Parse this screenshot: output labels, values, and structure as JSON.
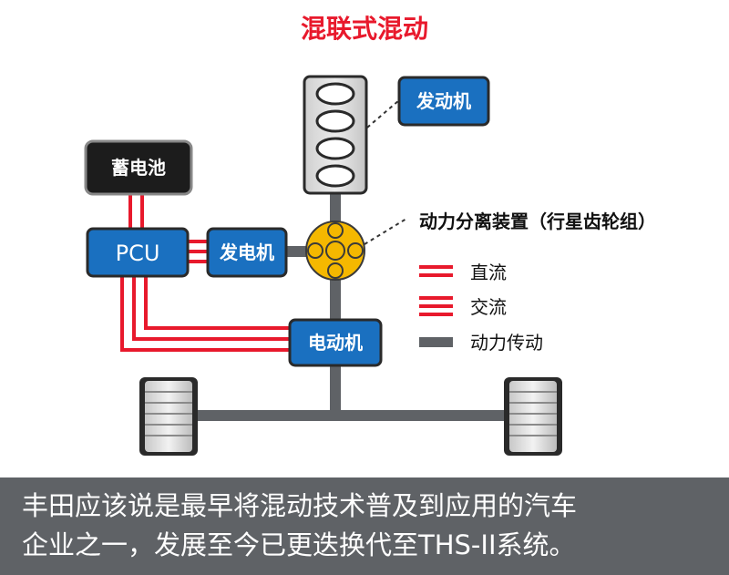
{
  "title": "混联式混动",
  "components": {
    "battery": "蓄电池",
    "pcu": "PCU",
    "generator": "发电机",
    "engine": "发动机",
    "motor": "电动机"
  },
  "split_device_label": "动力分离装置（行星齿轮组）",
  "legend": [
    {
      "label": "直流",
      "style": "double-red",
      "color": "#e8192c"
    },
    {
      "label": "交流",
      "style": "triple-red",
      "color": "#e8192c"
    },
    {
      "label": "动力传动",
      "style": "gray-bar",
      "color": "#5f6266"
    }
  ],
  "caption": {
    "line1": "丰田应该说是最早将混动技术普及到应用的汽车",
    "line2": "企业之一，发展至今已更迭换代至THS-II系统。"
  },
  "colors": {
    "accent_red": "#e8192c",
    "component_blue": "#1a70c0",
    "battery_dark": "#1c1c1c",
    "gear_yellow": "#f5b800",
    "shaft_gray": "#5f6266"
  }
}
